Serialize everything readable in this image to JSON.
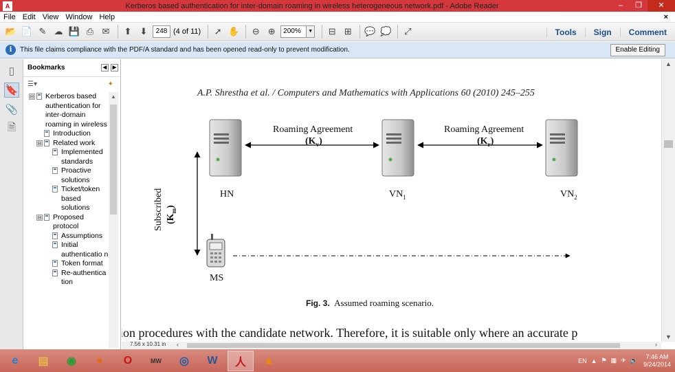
{
  "window": {
    "title": "Kerberos based authentication for inter-domain roaming in wireless heterogeneous network.pdf - Adobe Reader",
    "app_icon": "adobe-reader-icon",
    "controls": [
      "minimize",
      "restore",
      "close"
    ]
  },
  "menubar": {
    "items": [
      "File",
      "Edit",
      "View",
      "Window",
      "Help"
    ],
    "close_glyph": "×"
  },
  "toolbar": {
    "page_input": "248",
    "page_count": "(4 of 11)",
    "zoom_value": "200%",
    "right_links": [
      "Tools",
      "Sign",
      "Comment"
    ]
  },
  "notice": {
    "message": "This file claims compliance with the PDF/A standard and has been opened read-only to prevent modification.",
    "button": "Enable Editing"
  },
  "bookmarks": {
    "title": "Bookmarks",
    "items": [
      {
        "label": "Kerberos based authentication for inter-domain roaming in wireless",
        "level": 0,
        "toggle": "⊟"
      },
      {
        "label": "Introduction",
        "level": 1,
        "toggle": ""
      },
      {
        "label": "Related work",
        "level": 1,
        "toggle": "⊟"
      },
      {
        "label": "Implemented standards",
        "level": 2,
        "toggle": ""
      },
      {
        "label": "Proactive solutions",
        "level": 2,
        "toggle": ""
      },
      {
        "label": "Ticket/token based solutions",
        "level": 2,
        "toggle": ""
      },
      {
        "label": "Proposed protocol",
        "level": 1,
        "toggle": "⊟"
      },
      {
        "label": "Assumptions",
        "level": 2,
        "toggle": ""
      },
      {
        "label": "Initial authenticatio n",
        "level": 2,
        "toggle": ""
      },
      {
        "label": "Token format",
        "level": 2,
        "toggle": ""
      },
      {
        "label": "Re-authentica tion",
        "level": 2,
        "toggle": ""
      }
    ]
  },
  "document": {
    "journal_header": "A.P. Shrestha et al. / Computers and Mathematics with Applications 60 (2010) 245–255",
    "figure": {
      "nodes": [
        "HN",
        "VN",
        "VN",
        "MS"
      ],
      "node_subscripts": [
        "",
        "1",
        "2",
        ""
      ],
      "links": [
        {
          "label": "Roaming Agreement",
          "key": "(K",
          "key_sub": "v",
          "key_close": ")"
        },
        {
          "label": "Roaming Agreement",
          "key": "(K",
          "key_sub": "r",
          "key_close": ")"
        }
      ],
      "subscription_label": "Subscribed",
      "subscription_key": "(K",
      "subscription_key_sub": "m",
      "subscription_key_close": ")"
    },
    "caption_label": "Fig. 3.",
    "caption_text": "Assumed roaming scenario.",
    "body_line": "ion procedures with the candidate network. Therefore, it is suitable only where an accurate p"
  },
  "status": {
    "page_size": "7.56 x 10.31 in"
  },
  "taskbar": {
    "apps": [
      "internet-explorer",
      "file-explorer",
      "chrome",
      "firefox",
      "opera",
      "mw-game",
      "app-7",
      "word",
      "adobe-reader",
      "vlc"
    ],
    "active_app": "adobe-reader",
    "language": "EN",
    "time": "7:46 AM",
    "date": "9/24/2014"
  }
}
